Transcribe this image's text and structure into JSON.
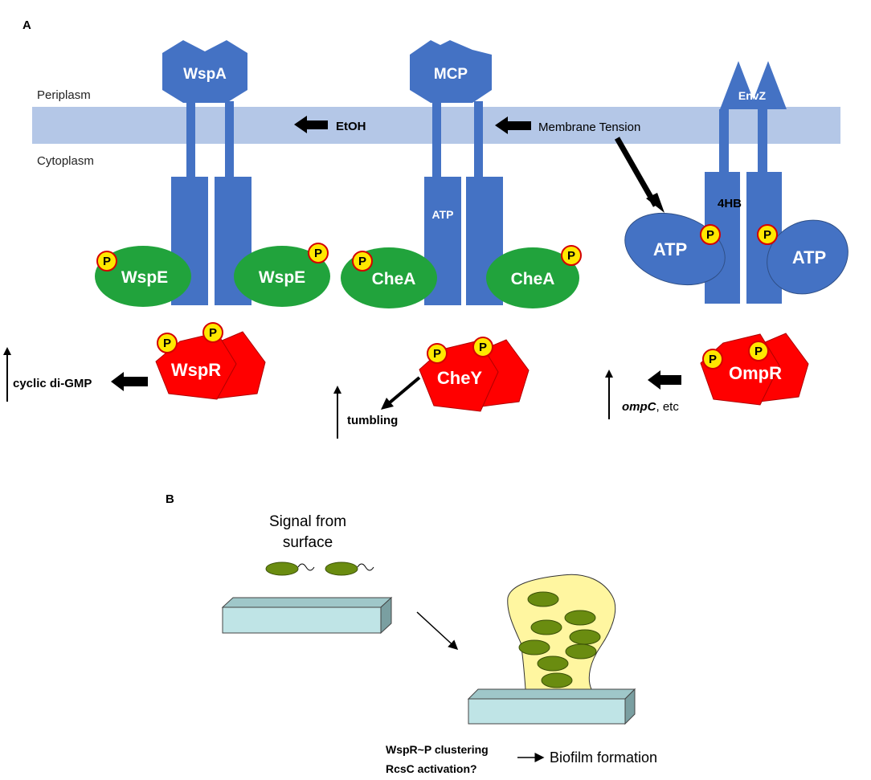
{
  "panels": {
    "a": "A",
    "b": "B"
  },
  "membrane": {
    "periplasm": "Periplasm",
    "cytoplasm": "Cytoplasm"
  },
  "receptors": {
    "wspa": "WspA",
    "mcp": "MCP",
    "envz": "EnvZ"
  },
  "stimuli": {
    "etoh": "EtOH",
    "membrane_tension": "Membrane Tension"
  },
  "kinases": {
    "wspe_left": "WspE",
    "wspe_right": "WspE",
    "chea_left": "CheA",
    "chea_right": "CheA",
    "atp_mcp": "ATP",
    "hb": "4HB",
    "atp_left": "ATP",
    "atp_right": "ATP"
  },
  "phospho": "P",
  "regulators": {
    "wspr": "WspR",
    "chey": "CheY",
    "ompr": "OmpR"
  },
  "outputs": {
    "cyclic_di_gmp": "cyclic di-GMP",
    "tumbling": "tumbling",
    "ompc": "ompC",
    "ompc_suffix": ", etc"
  },
  "panel_b": {
    "signal_line1": "Signal from",
    "signal_line2": "surface",
    "caption_line1": "WspR~P clustering",
    "caption_line2": "RcsC activation?",
    "result": "Biofilm formation"
  },
  "colors": {
    "receptor_blue": "#4472c4",
    "membrane": "#b4c7e7",
    "kinase_green": "#21a33c",
    "regulator_red": "#ff0000",
    "phospho_yellow": "#ffe800",
    "cell_green": "#6a8c10",
    "biofilm_yellow": "#fff6a0",
    "surface": "#bfe4e6"
  }
}
